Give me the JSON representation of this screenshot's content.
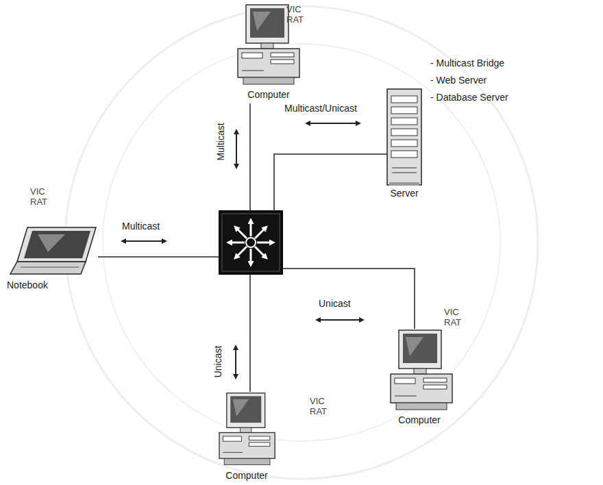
{
  "diagram": {
    "nodes": [
      {
        "text": [
          "VIC RAT",
          "Computer"
        ]
      },
      {
        "text": [
          "- Multicast Bridge",
          "- Web Server",
          "- Database Server",
          "Server"
        ]
      },
      {
        "text": [
          "VIC RAT",
          "Notebook"
        ]
      },
      {
        "text": []
      },
      {
        "text": [
          "VIC RAT",
          "Computer"
        ]
      },
      {
        "text": [
          "VIC RAT",
          "Computer"
        ]
      }
    ],
    "edges": [
      {
        "from": 0,
        "to": 3,
        "label": "Multicast",
        "arrow": "none"
      },
      {
        "from": 1,
        "to": 3,
        "label": "Multicast/Unicast",
        "arrow": "none"
      },
      {
        "from": 2,
        "to": 3,
        "label": "Multicast",
        "arrow": "none"
      },
      {
        "from": 3,
        "to": 4,
        "label": "Unicast",
        "arrow": "none"
      },
      {
        "from": 3,
        "to": 5,
        "label": "Unicast",
        "arrow": "none"
      }
    ]
  }
}
